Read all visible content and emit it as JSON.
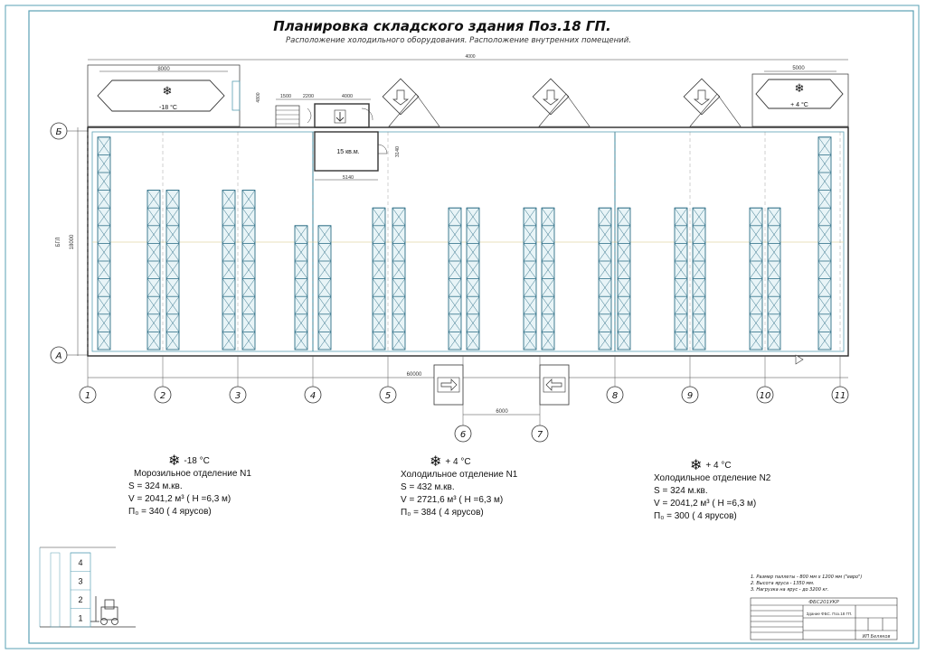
{
  "title": "Планировка складского здания Поз.18 ГП.",
  "subtitle": "Расположение холодильного оборудования. Расположение внутренних помещений.",
  "dimensions": {
    "overall_top": "4000",
    "left_unit": "8000",
    "right_unit": "5000",
    "height_4800": "4800",
    "d1500": "1500",
    "d2200": "2200",
    "d4000": "4000",
    "room_width": "5140",
    "room_height": "3140",
    "bottom_total": "60000",
    "gate_span": "6000",
    "side_depth": "18000",
    "side_code": "БГЛ"
  },
  "axes": {
    "row_top": "Б",
    "row_bottom": "А",
    "columns": [
      "1",
      "2",
      "3",
      "4",
      "5",
      "6",
      "7",
      "8",
      "9",
      "10",
      "11"
    ]
  },
  "room_label": "15 кв.м.",
  "cooler_left_temp": "-18 °С",
  "cooler_right_temp": "+ 4 °С",
  "sections": [
    {
      "temp": "-18 °С",
      "name": "Морозильное отделение N1",
      "area": "S = 324 м.кв.",
      "volume": "V = 2041,2 м³  ( Н =6,3 м)",
      "pallets": "П₀ = 340  ( 4 ярусов)"
    },
    {
      "temp": "+ 4 °С",
      "name": "Холодильное отделение N1",
      "area": "S = 432 м.кв.",
      "volume": "V = 2721,6 м³  ( Н =6,3 м)",
      "pallets": "П₀ = 384  ( 4 ярусов)"
    },
    {
      "temp": "+ 4 °С",
      "name": "Холодильное отделение N2",
      "area": "S = 324 м.кв.",
      "volume": "V = 2041,2 м³  ( Н =6,3 м)",
      "pallets": "П₀ = 300  ( 4 ярусов)"
    }
  ],
  "tiers": [
    "4",
    "3",
    "2",
    "1"
  ],
  "notes": [
    "1. Размер паллеты - 800 мм х 1200 мм (\"евро\")",
    "2. Высота яруса - 1350 мм.",
    "3. Нагрузка на ярус - до 3200 кг."
  ],
  "stamp": {
    "code": "ФБС201УКР",
    "org": "ИП Беляков",
    "project": "Здание ФБС. Поз.18 ГП."
  },
  "colors": {
    "line": "#2a2a2a",
    "rack": "#2f6f87",
    "rack_fill": "#e8f4f7",
    "frame": "#5aa0b5"
  }
}
